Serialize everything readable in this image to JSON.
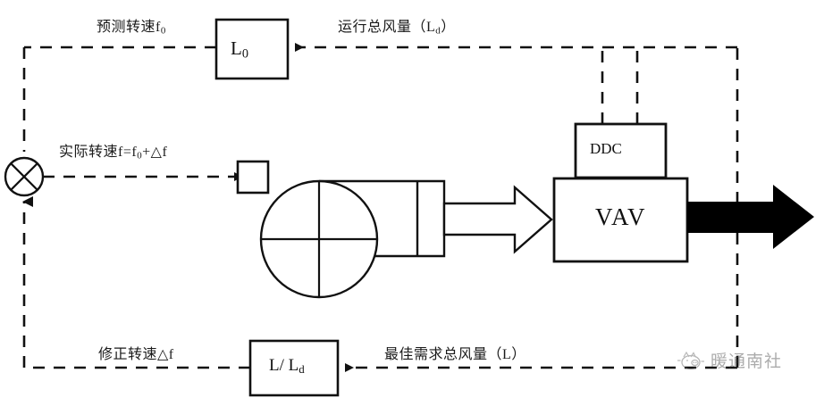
{
  "diagram": {
    "title": "VAV fan speed feedback control diagram",
    "colors": {
      "line": "#111111",
      "background": "#ffffff",
      "solid_arrow": "#000000",
      "watermark": "#3a3a3a"
    },
    "blocks": [
      {
        "id": "l0",
        "label": "L",
        "sub": "0",
        "name": "block-l0"
      },
      {
        "id": "lld",
        "label": "L/ L",
        "sub": "d",
        "name": "block-l-over-ld"
      },
      {
        "id": "ddc",
        "label": "DDC",
        "name": "block-ddc"
      },
      {
        "id": "vav",
        "label": "VAV",
        "name": "block-vav"
      },
      {
        "id": "motor",
        "label": "",
        "name": "block-motor"
      }
    ],
    "labels": {
      "predicted_speed": "预测转速f",
      "predicted_speed_sub": "0",
      "running_total_airflow": "运行总风量（L",
      "running_total_airflow_sub": "d",
      "running_total_airflow_tail": "）",
      "actual_speed": "实际转速f=f",
      "actual_speed_sub": "0",
      "actual_speed_tail": "+△f",
      "corrected_speed": "修正转速△f",
      "optimal_demand_airflow": "最佳需求总风量（L）"
    },
    "watermark": {
      "text": "暖通南社",
      "icon": "piglet-icon"
    }
  }
}
